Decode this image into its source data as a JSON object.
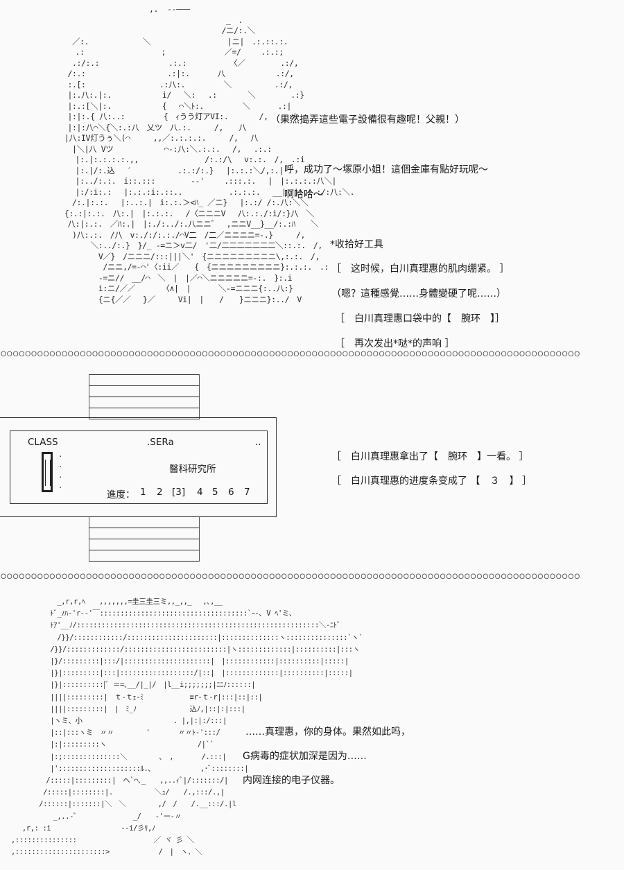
{
  "panel1": {
    "lines": [
      "（果然搗弄這些電子設備很有趣呢！父親！）",
      "呼，成功了～塚原小姐！這個金庫有點好玩呢～",
      "啊哈哈～",
      "*收拾好工具",
      "［　这时候，白川真理惠的肌肉绷紧。 ］",
      "（嗯？這種感覺……身體變硬了呢……）",
      "［　白川真理惠口袋中的【　腕环　】］",
      "［　再次发出*哒*的声响 ］"
    ],
    "aa_text": "  　　　　　　　　　　　　　　 ,.  -‐―――\n  　　　　　　　　　　　　　　　　　　　　　　　　 _　.\n  　　　　　　　　　　　　　　　　　　　　　　　　/ニ/:.＼\n  　　　　 ／:.　　　　　　　＼　　　　　　　　　　|ニ|　.:.::.:.\n  　　　　　.:　　　　　　　　　　;　　　　　　　 ／=/　　 .:.:;\n  　　　　 .:/:.:　　　　　　　　　.:.:　　　　　 〈／　　　　 .:/,\n  　　　　/:.:　　　　　　　　　　 .:|:.　　　 八　　　　　　 .:/,\n  　　　　:.[:　　　　　　　　　 .:八:.　　　　　＼　　　　　 .:/,\n  　　　　|:.八:.|:.　　　　　　 i/　 ＼:　 .:　　　　＼　　　　 .:}\n  　　　　|:.:[＼|:.　　　　　　 {　 ⌒＼ﾄ:.　　　　　＼　　　 .:|\n  　　　　|:|:.{ 八:..:　　　　　{　ｨうう灯アVI:.　　　　/,　　 :|\n  　　　　|:|:八⌒＼{＼:.:八　乂ツ　八.:.　　　/,　　八\n  　　　 |八:IV灯うぅ＼(⌒　　　,,／:.:.:.:.　　　/,　 八\n  　　　　 |＼|八 Vツ　　　　　　 ⌒‐:八:＼.:.:.　 /,　 .:.:\n  　　　　　|:.|:.:.:.:.,,　　　　　　　　 /:.:/\\　 v:.:.　/,　.:i\n  　　　　　|:.|/:.込　 ′　　　　　　.:.:/:.}　 |:.:.:＼/,:.|\n  　　　　　|:../:.:.　i::.:::　　　　 ‐-'　　 .:::.:.　 |　|:.:.:.:八＼|\n  　　　　　|:/:i:.:　 |:.:.:i:.::..　　　　　　.:.:.:.　 __|　|:.:.:/:八:＼.\n  　　　　 /:.|:.:.　 |:..:.|　i:.:.＞<ﾊ_ ／ニ}　 |:.:/ /:.八:＼＼\n  　　　 {:.:|:.:.　八:.|　|:.:.:.　 /〈ニニニV　 八:.:./:i/:}八　＼\n  　　　　八:|:.:.　／ﾊ:.|　|:./:../:.八ニニ゛　,ニニV__}__/:.:ﾊ　　＼\n  　　　　 )八:.:.　/八　v:./:/:.:./⌒V二　/二／ニニニニ=-.}　　　/,\n  　　　　　　　＼:../:.}　}/_ -=ニ＞v二/　'二/二二二二二二二＼::.:.　/,\n  　　　　　　　　V／}　/ニニニ/:::|||＼'　{ニニニニニニニニニ\\,:.:.　/,\n  　　　　　　　　 /ニニ,/=‐⌒'〈:ii／　　{　{ニニニニニニニニニ}:.:.:.　.:\n  　　　　　　　　-=ニ//　__/⌒　＼　|　|／⌒＼ニニニニニ=-:.　}:.i\n  　　　　　　　　i:ニ/／／　　　　〈∧|　|　　　 ＼-=ニニニ{:..八:}\n  　　　　　　　　{ニ{／／　 }／　　　Vi|　|　　/　　}ニニニ}:../　V"
  },
  "panel2": {
    "class_label": "CLASS",
    "name": ".SERa",
    "dots_right": "..",
    "department": "醫科研究所",
    "progress_label": "進度：",
    "progress_steps": [
      "1",
      "2",
      "[3]",
      "4",
      "5",
      "6",
      "7"
    ],
    "progress_current": 3,
    "lines": [
      "［　白川真理惠拿出了【　腕环　】一看。 ］",
      "［　白川真理惠的进度条变成了 【　３　】 ］"
    ]
  },
  "panel3": {
    "lines": [
      "……真理惠，你的身体。果然如此吗，",
      "G病毒的症状加深是因为……",
      "内网连接的电子仪器。"
    ],
    "aa_text": "  　　　　　　 _,r,r,ﾍ　　,,,,,,,=圭三圭三ミ,,_,,_　 ,､,__\n  　　　　　 ﾄﾞ_ﾉﾊ-'r--'￣::::::::::::::::::::::::::::::::::::`ｰ-､ V ﾍ'ミ､\n  　　　　　 ﾄｱ'__ﾉ/:::::::::::::::::::::::::::::::::::::::::::::::::::::::::::＼-ﾆﾄﾞ\n  　　　　　 　/}}/::::::::::::/::::::::::::::::::::::|::::::::::::::ヽ:::::::::::::::`ヽ`\n  　　　　　 /}}/:::::::::::::/:::::::::::::::::::::::::|ヽ:::::::::::::|::::::::::|:::ヽ\n  　　　　　 |}/:::::::::|:::/|:::::::::::::::::::::|　|::::::::::::|::::::::::|:::::|\n  　　　　　 |}|:::::::::|:::|::::::::::::::::::/|::|　|:::::::::::::|::::::::::|:::::|\n  　　　　　 |}|::::::::::|ﾞ ＝=､__/|_|/　|l__i;;;;;;;|ﾆﾆﾉ::::::|\n  　　　　　 ||||:::::::::|　ｔ-ｔｪ-ﾐ　　　　　　 ≡r-ｔ-r|:::|::|::|\n  　　　　　 ||||:::::::::|　|　ﾐ_ﾉ　　　　　　　 込ﾉ,|::|:|:::|\n  　　　　　 |ヽミ、小　　　　　　　　　　　　　. |,|:|:/:::|\n  　　　　　 |::|:::ヽミ　〃〃　　　　 '　　　　〃〃ﾄ-':::/\n  　　　　　 |:|:::::::::ヽ　　　　　　　　　　　　　/|``\n  　　　　　 |:;::::::::::::::＼　　　　 ､　,　　　　/.:::|\n  　　　　　 |'::::::::::::::::::::ﾙ.､　　　　　　　,･ﾞ::::::::|\n  　　　　　/:::::|:::::::::|　ヘ`⌒､_　　,,..ｨﾞ|/:::::::/|\n  　　　　 /:::::|::::::::|.　　　　　　＼ｭ/　　/.,:::/.,|\n  　　　　/::::::|:::::::|＼　＼　　　　 ,/　/　　/.__:::/.|l\n  　　　　　　_,..-ﾞ　　　　　　　　_/　　‐'ー-〃\n  　 ,r,: :i　　　　　　　　　　--i/彡ﾘ,ﾉ\n  ,:::::::::::::::　　　　　　　　　　　／ ヾ 彡 ＼\n  ,::::::::::::::::::::::>　　　　　　　/　|　ヽ．＼"
  }
}
